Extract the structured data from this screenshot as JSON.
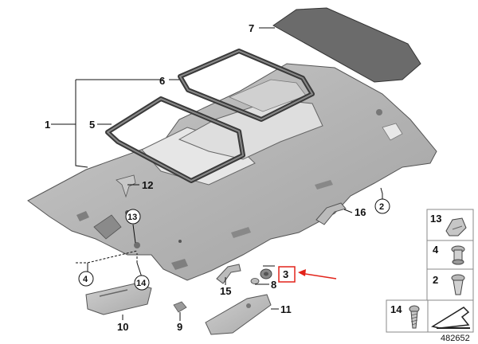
{
  "callouts": {
    "c1": "1",
    "c2": "2",
    "c3": "3",
    "c4": "4",
    "c5": "5",
    "c6": "6",
    "c7": "7",
    "c8": "8",
    "c9": "9",
    "c10": "10",
    "c11": "11",
    "c12": "12",
    "c13": "13",
    "c14": "14",
    "c15": "15",
    "c16": "16"
  },
  "legend": {
    "item13": "13",
    "item4": "4",
    "item2": "2",
    "item14": "14"
  },
  "document_number": "482652",
  "colors": {
    "highlight_red": "#e2231a",
    "part_gray": "#9a9a9a",
    "dark_gray": "#5a5a5a"
  }
}
